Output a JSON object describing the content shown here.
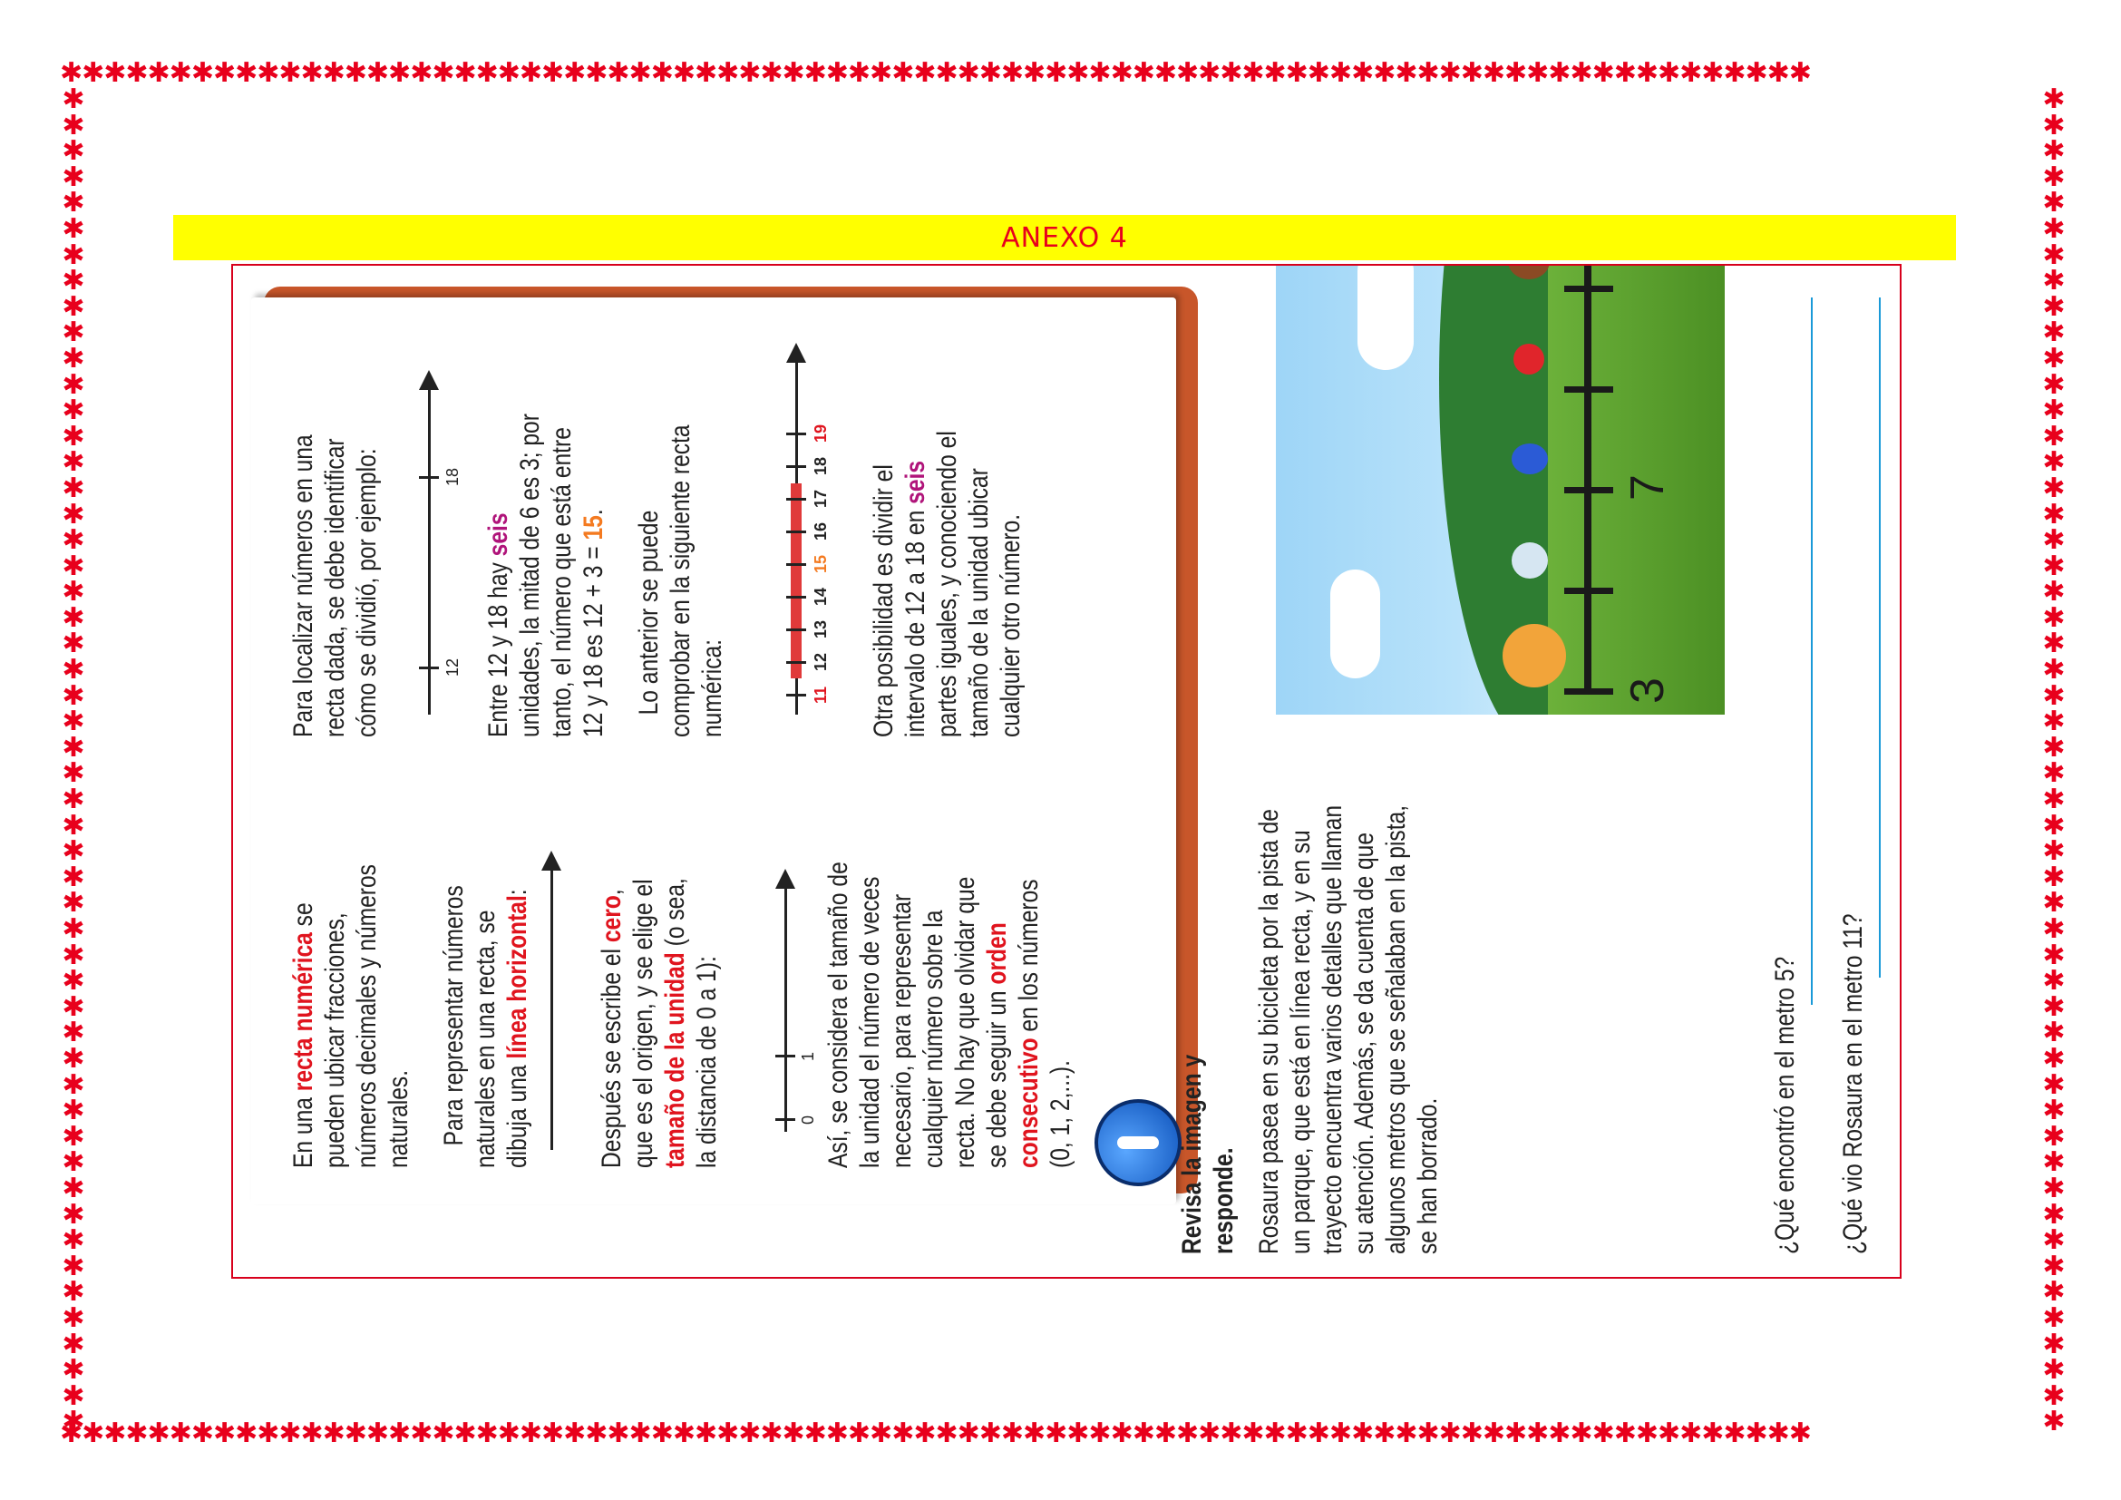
{
  "border": {
    "glyph": "✱"
  },
  "header": {
    "title": "ANEXO 4"
  },
  "info": {
    "p1_a": "En una ",
    "p1_b": "recta numérica",
    "p1_c": " se pueden ubicar fracciones, números decimales y números naturales.",
    "p2_a": "Para representar números naturales en una recta, se dibuja una ",
    "p2_b": "línea horizontal",
    "p2_c": ":",
    "p3_a": "Después se escribe el ",
    "p3_b": "cero",
    "p3_c": ", que es el origen, y se elige el ",
    "p3_d": "tamaño de la unidad",
    "p3_e": " (o sea, la distancia de 0 a 1):",
    "p4_a": "Así, se considera el tamaño de la unidad el número de veces necesario, para representar cualquier número sobre la recta. No hay que olvidar que se debe seguir un ",
    "p4_b": "orden consecutivo",
    "p4_c": " en los números (0, 1, 2,...).",
    "p5": "Para localizar números en una recta dada, se debe identificar cómo se dividió, por ejemplo:",
    "p6_a": "Entre 12 y 18 hay ",
    "p6_b": "seis",
    "p6_c": " unidades, la mitad de 6 es 3; por tanto, el número que está entre 12 y 18 es 12 + 3 = ",
    "p6_d": "15",
    "p6_e": ".",
    "p7": "Lo anterior se puede comprobar en la siguiente recta numérica:",
    "p8_a": "Otra posibilidad es dividir el intervalo de 12 a 18 en ",
    "p8_b": "seis",
    "p8_c": " partes iguales, y conociendo el tamaño de la unidad ubicar cualquier otro número.",
    "line_zero": "0",
    "line_one": "1",
    "line_12": "12",
    "line_18": "18",
    "scale_labels": [
      "11",
      "12",
      "13",
      "14",
      "15",
      "16",
      "17",
      "18",
      "19"
    ]
  },
  "activity": {
    "heading": "Revisa la imagen y responde.",
    "story": "Rosaura pasea en su bicicleta por la pista de un parque, que está en línea recta, y en su trayecto encuentra varios detalles que llaman su atención. Además, se da cuenta de que algunos metros que se señalaban en la pista, se han borrado.",
    "track_start": "3",
    "track_mark": "7",
    "q1": "¿Qué encontró en el metro 5?",
    "q2": "¿Qué vio Rosaura en el metro 11?"
  }
}
